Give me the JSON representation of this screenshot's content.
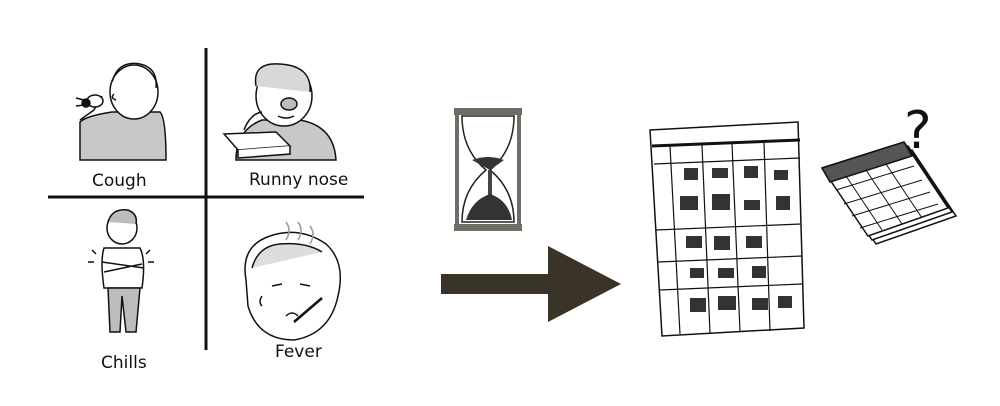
{
  "symptoms": [
    {
      "label": "Cough",
      "icon": "cough-person-icon"
    },
    {
      "label": "Runny nose",
      "icon": "runny-nose-person-icon"
    },
    {
      "label": "Chills",
      "icon": "chills-person-icon"
    },
    {
      "label": "Fever",
      "icon": "fever-face-icon"
    }
  ],
  "icons": {
    "timer": "hourglass-icon",
    "arrow": "right-arrow-icon",
    "schedule": "weekly-schedule-sheet-icon",
    "calendar": "calendar-icon",
    "question": "?"
  },
  "colors": {
    "ink": "#111111",
    "arrow": "#3a3428",
    "hourglass_frame": "#6e6e66",
    "shirt": "#bdbdbd"
  }
}
